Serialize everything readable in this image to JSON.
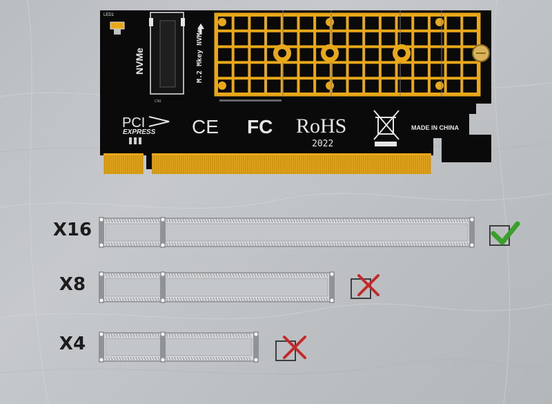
{
  "card": {
    "led_label": "LED1",
    "socket_label": "NVMe",
    "socket_spec": "M.2 Mkey NVMe",
    "connector_label": "CN1",
    "pci_logo": "PCI",
    "pci_logo_sub": "EXPRESS",
    "ce_mark": "CE",
    "fcc_mark": "FC",
    "rohs_mark": "RoHS",
    "rohs_year": "2022",
    "origin": "MADE IN CHINA",
    "colors": {
      "pcb": "#0a0a0a",
      "gold": "#e8a81a",
      "silk": "#e6e6e6"
    }
  },
  "slots": [
    {
      "label": "X16",
      "compatible": true,
      "icon": "check-icon",
      "status_color": "#3aa02a"
    },
    {
      "label": "X8",
      "compatible": false,
      "icon": "cross-icon",
      "status_color": "#c62828"
    },
    {
      "label": "X4",
      "compatible": false,
      "icon": "cross-icon",
      "status_color": "#c62828"
    }
  ]
}
